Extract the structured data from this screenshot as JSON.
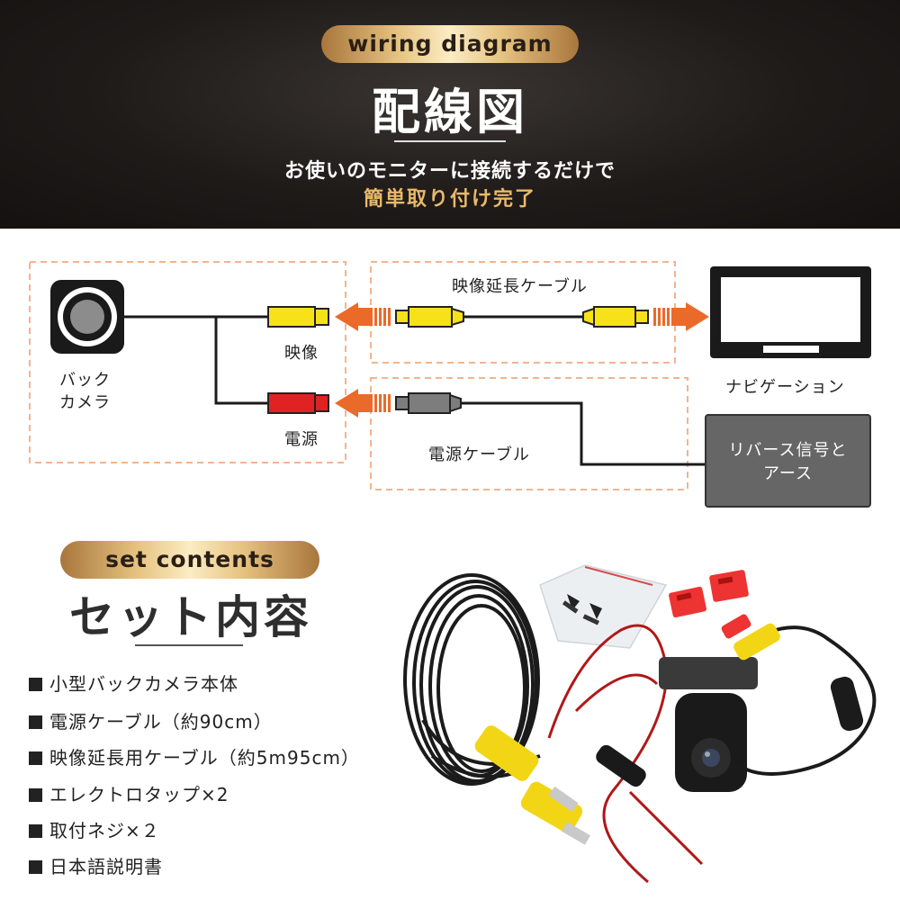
{
  "header": {
    "pill": "wiring diagram",
    "title": "配線図",
    "subtitle": "お使いのモニターに接続するだけで",
    "highlight": "簡単取り付け完了"
  },
  "diagram": {
    "back_camera_line1": "バック",
    "back_camera_line2": "カメラ",
    "video_label": "映像",
    "power_label": "電源",
    "video_cable": "映像延長ケーブル",
    "power_cable": "電源ケーブル",
    "navigation": "ナビゲーション",
    "reverse_line1": "リバース信号と",
    "reverse_line2": "アース"
  },
  "contents": {
    "pill": "set contents",
    "title": "セット内容",
    "items": [
      "小型バックカメラ本体",
      "電源ケーブル（約90cm）",
      "映像延長用ケーブル（約5m95cm）",
      "エレクトロタップ×2",
      "取付ネジ×２",
      "日本語説明書"
    ]
  },
  "colors": {
    "accent_gold": "#e9b96a",
    "arrow_orange": "#ea6a2a",
    "dash_border": "#f2b48f",
    "connector_yellow": "#f7e21a",
    "connector_red": "#e02222",
    "connector_gray": "#7d7d7d"
  }
}
